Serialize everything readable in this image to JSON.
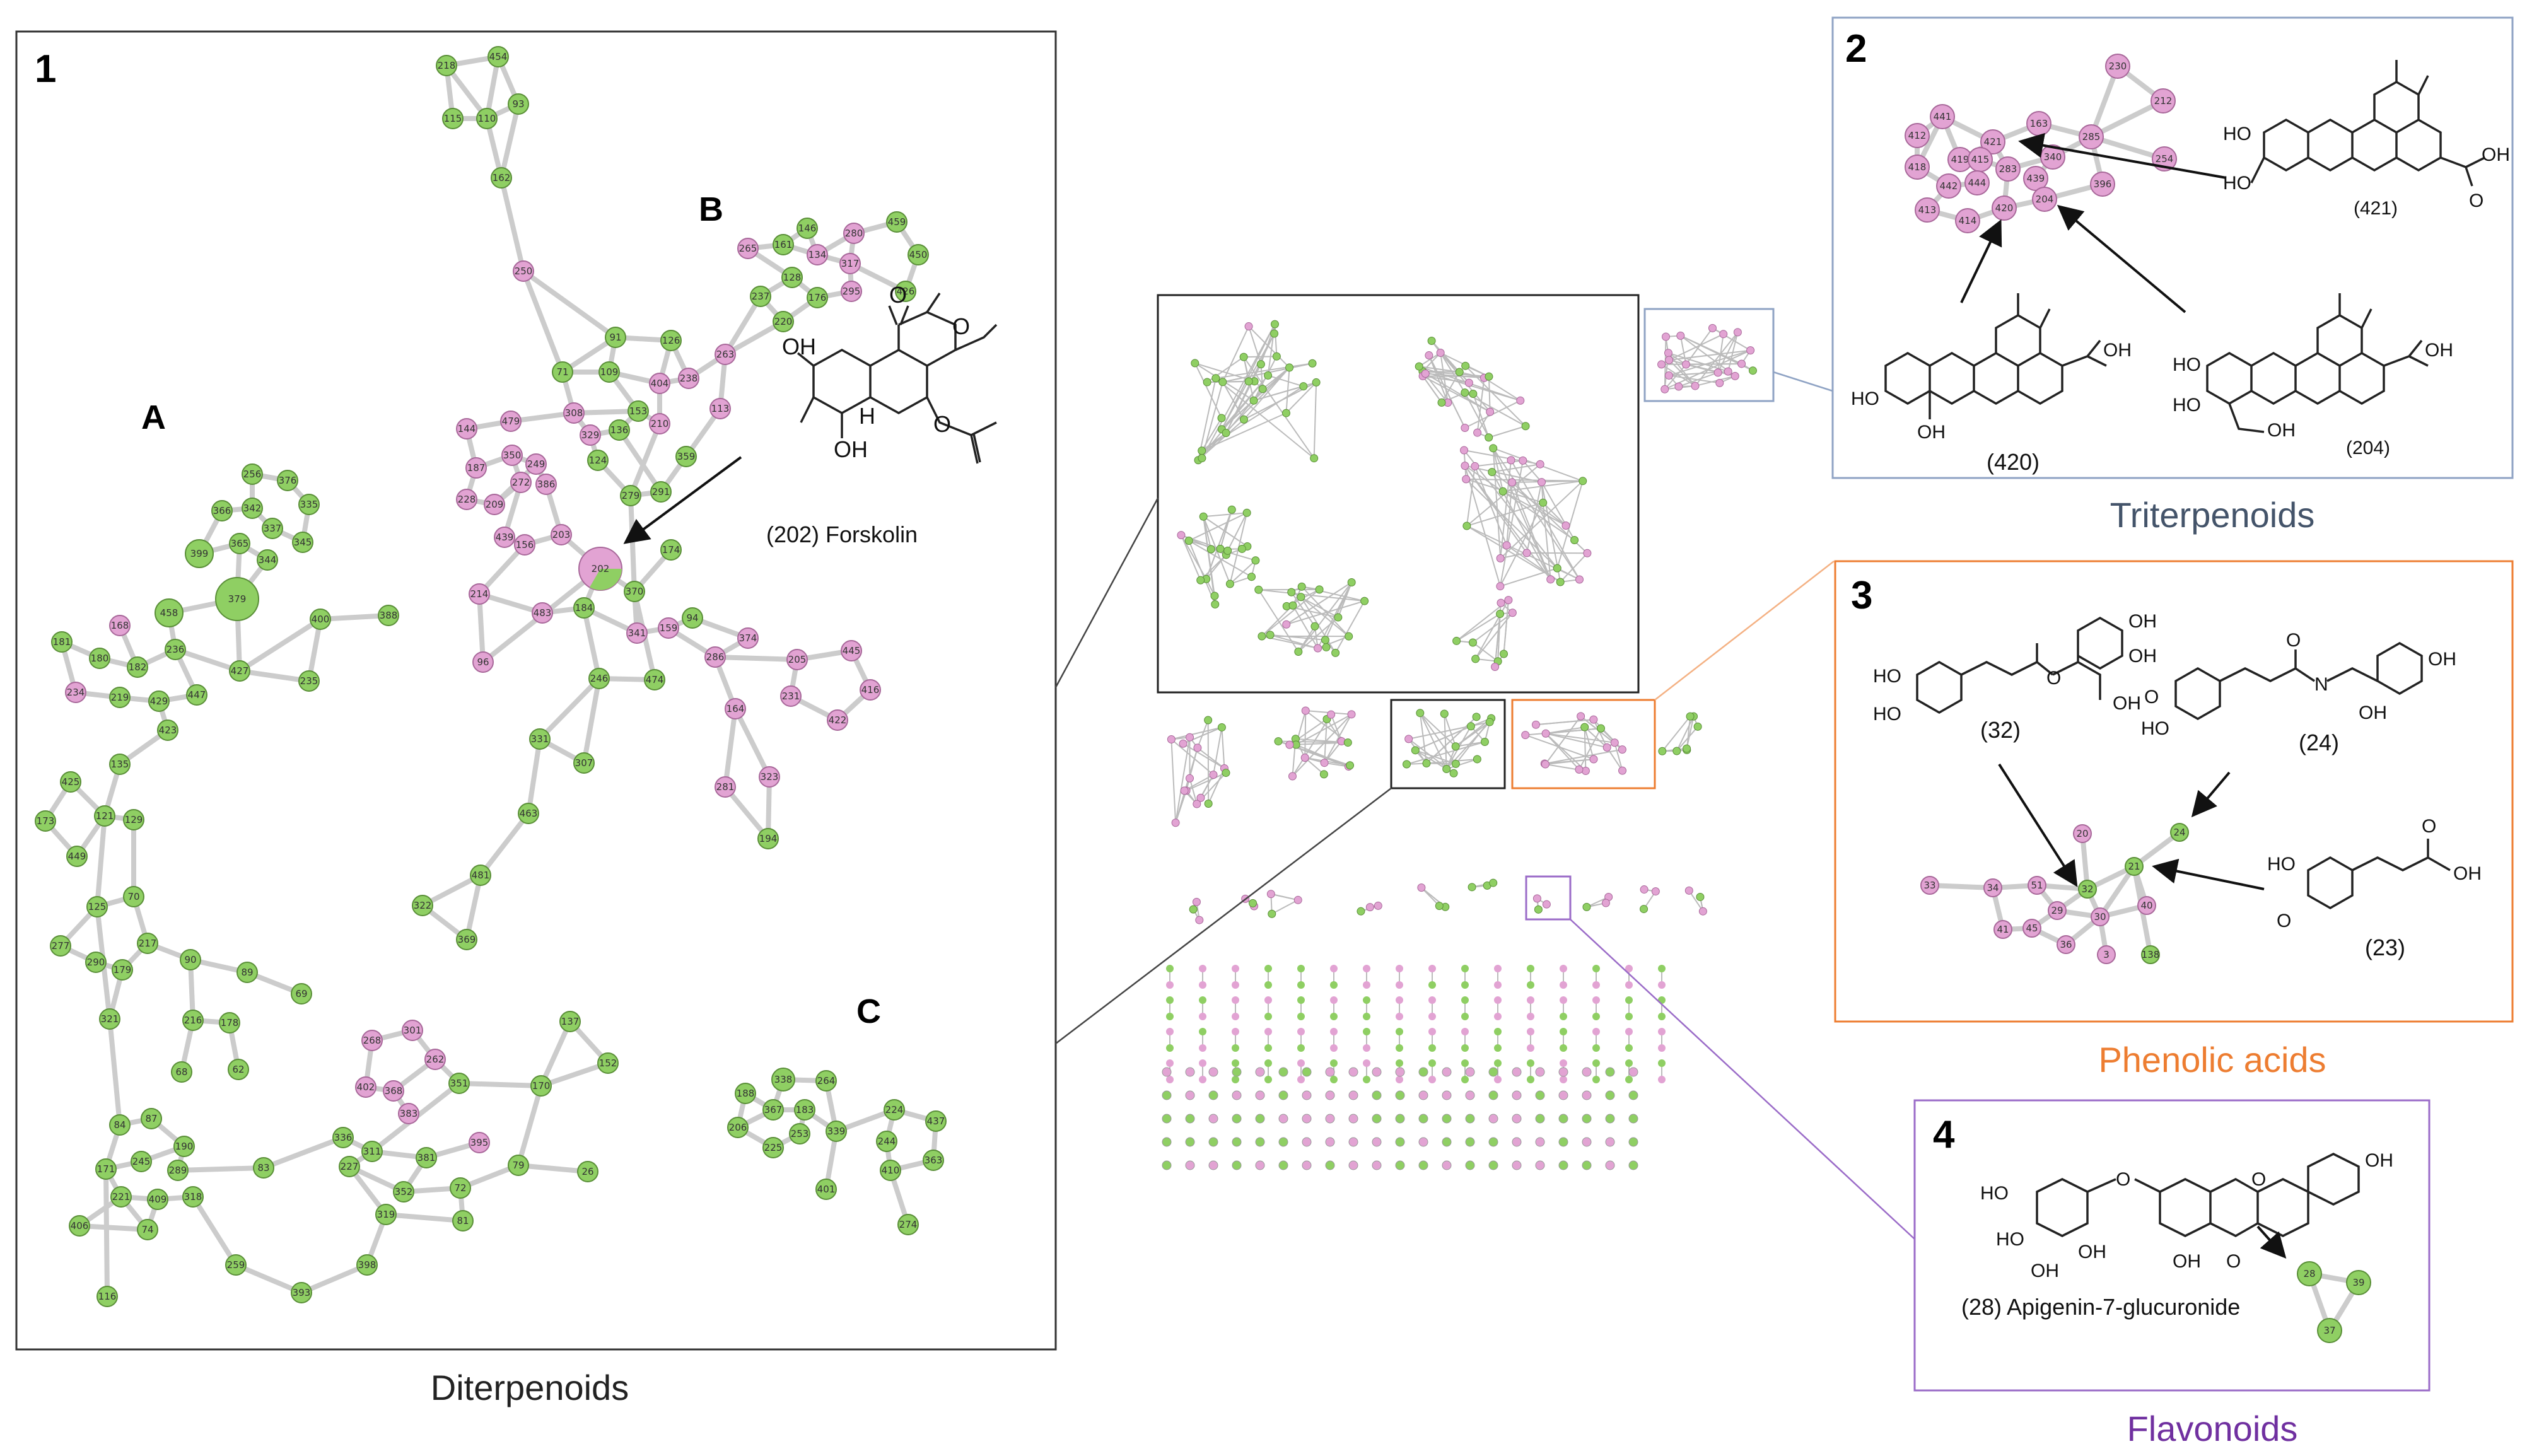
{
  "colors": {
    "green": "#8fcf63",
    "green_stroke": "#5a8f38",
    "pink": "#e2a3d3",
    "pink_stroke": "#a8689a",
    "edge": "#cccccc",
    "triterpenoids": "#44546a",
    "phenolic": "#ed7d31",
    "flavonoids": "#7030a0",
    "box_blue": "#8fa3c4",
    "box_orange": "#f4b183",
    "box_purple": "#9b6cc8"
  },
  "panels": {
    "p1": {
      "number": "1",
      "caption": "Diterpenoids",
      "cluster_a": "A",
      "cluster_b": "B",
      "cluster_c": "C",
      "forskolin_label": "(202) Forskolin"
    },
    "p2": {
      "number": "2",
      "caption": "Triterpenoids",
      "label_421": "(421)",
      "label_420": "(420)",
      "label_204": "(204)"
    },
    "p3": {
      "number": "3",
      "caption": "Phenolic acids",
      "label_32": "(32)",
      "label_24": "(24)",
      "label_23": "(23)"
    },
    "p4": {
      "number": "4",
      "caption": "Flavonoids",
      "compound": "(28) Apigenin-7-glucuronide"
    }
  },
  "chem_atoms": {
    "OH": "OH",
    "HO": "HO",
    "H": "H",
    "O": "O",
    "N": "N"
  },
  "network": {
    "diterpenoids": {
      "nodes": [
        {
          "id": "218",
          "c": "g"
        },
        {
          "id": "454",
          "c": "g"
        },
        {
          "id": "93",
          "c": "g"
        },
        {
          "id": "115",
          "c": "g"
        },
        {
          "id": "110",
          "c": "g"
        },
        {
          "id": "162",
          "c": "g"
        },
        {
          "id": "250",
          "c": "p"
        },
        {
          "id": "91",
          "c": "g"
        },
        {
          "id": "126",
          "c": "g"
        },
        {
          "id": "71",
          "c": "g"
        },
        {
          "id": "109",
          "c": "g"
        },
        {
          "id": "404",
          "c": "p"
        },
        {
          "id": "238",
          "c": "p"
        },
        {
          "id": "263",
          "c": "p"
        },
        {
          "id": "479",
          "c": "p"
        },
        {
          "id": "308",
          "c": "p"
        },
        {
          "id": "153",
          "c": "g"
        },
        {
          "id": "210",
          "c": "p"
        },
        {
          "id": "144",
          "c": "p"
        },
        {
          "id": "329",
          "c": "p"
        },
        {
          "id": "136",
          "c": "g"
        },
        {
          "id": "113",
          "c": "p"
        },
        {
          "id": "187",
          "c": "p"
        },
        {
          "id": "350",
          "c": "p"
        },
        {
          "id": "249",
          "c": "p"
        },
        {
          "id": "124",
          "c": "g"
        },
        {
          "id": "359",
          "c": "g"
        },
        {
          "id": "228",
          "c": "p"
        },
        {
          "id": "209",
          "c": "p"
        },
        {
          "id": "272",
          "c": "p"
        },
        {
          "id": "386",
          "c": "p"
        },
        {
          "id": "279",
          "c": "g"
        },
        {
          "id": "291",
          "c": "g"
        },
        {
          "id": "439",
          "c": "p"
        },
        {
          "id": "156",
          "c": "p"
        },
        {
          "id": "203",
          "c": "p"
        },
        {
          "id": "202",
          "c": "p"
        },
        {
          "id": "174",
          "c": "g"
        },
        {
          "id": "214",
          "c": "p"
        },
        {
          "id": "370",
          "c": "g"
        },
        {
          "id": "483",
          "c": "p"
        },
        {
          "id": "184",
          "c": "g"
        },
        {
          "id": "96",
          "c": "p"
        },
        {
          "id": "341",
          "c": "p"
        },
        {
          "id": "159",
          "c": "p"
        },
        {
          "id": "94",
          "c": "g"
        },
        {
          "id": "374",
          "c": "p"
        },
        {
          "id": "286",
          "c": "p"
        },
        {
          "id": "246",
          "c": "g"
        },
        {
          "id": "474",
          "c": "g"
        },
        {
          "id": "205",
          "c": "p"
        },
        {
          "id": "445",
          "c": "p"
        },
        {
          "id": "231",
          "c": "p"
        },
        {
          "id": "164",
          "c": "p"
        },
        {
          "id": "416",
          "c": "p"
        },
        {
          "id": "422",
          "c": "p"
        },
        {
          "id": "331",
          "c": "g"
        },
        {
          "id": "307",
          "c": "g"
        },
        {
          "id": "281",
          "c": "p"
        },
        {
          "id": "323",
          "c": "p"
        },
        {
          "id": "463",
          "c": "g"
        },
        {
          "id": "194",
          "c": "g"
        },
        {
          "id": "481",
          "c": "g"
        },
        {
          "id": "322",
          "c": "g"
        },
        {
          "id": "369",
          "c": "g"
        },
        {
          "id": "265",
          "c": "p"
        },
        {
          "id": "161",
          "c": "g"
        },
        {
          "id": "146",
          "c": "g"
        },
        {
          "id": "134",
          "c": "p"
        },
        {
          "id": "280",
          "c": "p"
        },
        {
          "id": "459",
          "c": "g"
        },
        {
          "id": "317",
          "c": "p"
        },
        {
          "id": "450",
          "c": "g"
        },
        {
          "id": "128",
          "c": "g"
        },
        {
          "id": "295",
          "c": "p"
        },
        {
          "id": "176",
          "c": "g"
        },
        {
          "id": "426",
          "c": "g"
        },
        {
          "id": "237",
          "c": "g"
        },
        {
          "id": "220",
          "c": "g"
        },
        {
          "id": "256",
          "c": "g"
        },
        {
          "id": "376",
          "c": "g"
        },
        {
          "id": "366",
          "c": "g"
        },
        {
          "id": "342",
          "c": "g"
        },
        {
          "id": "335",
          "c": "g"
        },
        {
          "id": "399",
          "c": "g"
        },
        {
          "id": "337",
          "c": "g"
        },
        {
          "id": "365",
          "c": "g"
        },
        {
          "id": "345",
          "c": "g"
        },
        {
          "id": "344",
          "c": "g"
        },
        {
          "id": "379",
          "c": "g"
        },
        {
          "id": "458",
          "c": "g"
        },
        {
          "id": "400",
          "c": "g"
        },
        {
          "id": "388",
          "c": "g"
        },
        {
          "id": "168",
          "c": "p"
        },
        {
          "id": "181",
          "c": "g"
        },
        {
          "id": "180",
          "c": "g"
        },
        {
          "id": "182",
          "c": "g"
        },
        {
          "id": "236",
          "c": "g"
        },
        {
          "id": "427",
          "c": "g"
        },
        {
          "id": "235",
          "c": "g"
        },
        {
          "id": "234",
          "c": "p"
        },
        {
          "id": "219",
          "c": "g"
        },
        {
          "id": "429",
          "c": "g"
        },
        {
          "id": "447",
          "c": "g"
        },
        {
          "id": "423",
          "c": "g"
        },
        {
          "id": "135",
          "c": "g"
        },
        {
          "id": "425",
          "c": "g"
        },
        {
          "id": "173",
          "c": "g"
        },
        {
          "id": "121",
          "c": "g"
        },
        {
          "id": "129",
          "c": "g"
        },
        {
          "id": "449",
          "c": "g"
        },
        {
          "id": "125",
          "c": "g"
        },
        {
          "id": "70",
          "c": "g"
        },
        {
          "id": "277",
          "c": "g"
        },
        {
          "id": "290",
          "c": "g"
        },
        {
          "id": "179",
          "c": "g"
        },
        {
          "id": "217",
          "c": "g"
        },
        {
          "id": "90",
          "c": "g"
        },
        {
          "id": "89",
          "c": "g"
        },
        {
          "id": "69",
          "c": "g"
        },
        {
          "id": "321",
          "c": "g"
        },
        {
          "id": "216",
          "c": "g"
        },
        {
          "id": "178",
          "c": "g"
        },
        {
          "id": "68",
          "c": "g"
        },
        {
          "id": "62",
          "c": "g"
        },
        {
          "id": "268",
          "c": "p"
        },
        {
          "id": "301",
          "c": "p"
        },
        {
          "id": "262",
          "c": "p"
        },
        {
          "id": "402",
          "c": "p"
        },
        {
          "id": "368",
          "c": "p"
        },
        {
          "id": "351",
          "c": "g"
        },
        {
          "id": "383",
          "c": "p"
        },
        {
          "id": "137",
          "c": "g"
        },
        {
          "id": "152",
          "c": "g"
        },
        {
          "id": "170",
          "c": "g"
        },
        {
          "id": "84",
          "c": "g"
        },
        {
          "id": "87",
          "c": "g"
        },
        {
          "id": "190",
          "c": "g"
        },
        {
          "id": "171",
          "c": "g"
        },
        {
          "id": "245",
          "c": "g"
        },
        {
          "id": "289",
          "c": "g"
        },
        {
          "id": "83",
          "c": "g"
        },
        {
          "id": "336",
          "c": "g"
        },
        {
          "id": "311",
          "c": "g"
        },
        {
          "id": "395",
          "c": "p"
        },
        {
          "id": "381",
          "c": "g"
        },
        {
          "id": "79",
          "c": "g"
        },
        {
          "id": "26",
          "c": "g"
        },
        {
          "id": "221",
          "c": "g"
        },
        {
          "id": "409",
          "c": "g"
        },
        {
          "id": "318",
          "c": "g"
        },
        {
          "id": "227",
          "c": "g"
        },
        {
          "id": "352",
          "c": "g"
        },
        {
          "id": "72",
          "c": "g"
        },
        {
          "id": "406",
          "c": "g"
        },
        {
          "id": "74",
          "c": "g"
        },
        {
          "id": "319",
          "c": "g"
        },
        {
          "id": "81",
          "c": "g"
        },
        {
          "id": "259",
          "c": "g"
        },
        {
          "id": "398",
          "c": "g"
        },
        {
          "id": "393",
          "c": "g"
        },
        {
          "id": "116",
          "c": "g"
        },
        {
          "id": "338",
          "c": "g"
        },
        {
          "id": "264",
          "c": "g"
        },
        {
          "id": "188",
          "c": "g"
        },
        {
          "id": "367",
          "c": "g"
        },
        {
          "id": "183",
          "c": "g"
        },
        {
          "id": "206",
          "c": "g"
        },
        {
          "id": "253",
          "c": "g"
        },
        {
          "id": "339",
          "c": "g"
        },
        {
          "id": "224",
          "c": "g"
        },
        {
          "id": "437",
          "c": "g"
        },
        {
          "id": "225",
          "c": "g"
        },
        {
          "id": "244",
          "c": "g"
        },
        {
          "id": "363",
          "c": "g"
        },
        {
          "id": "410",
          "c": "g"
        },
        {
          "id": "401",
          "c": "g"
        },
        {
          "id": "274",
          "c": "g"
        }
      ]
    },
    "triterpenoids": {
      "nodes": [
        {
          "id": "441",
          "c": "p"
        },
        {
          "id": "412",
          "c": "p"
        },
        {
          "id": "421",
          "c": "p"
        },
        {
          "id": "163",
          "c": "p"
        },
        {
          "id": "419",
          "c": "p"
        },
        {
          "id": "418",
          "c": "p"
        },
        {
          "id": "415",
          "c": "p"
        },
        {
          "id": "283",
          "c": "p"
        },
        {
          "id": "340",
          "c": "p"
        },
        {
          "id": "285",
          "c": "p"
        },
        {
          "id": "442",
          "c": "p"
        },
        {
          "id": "444",
          "c": "p"
        },
        {
          "id": "439",
          "c": "p"
        },
        {
          "id": "413",
          "c": "p"
        },
        {
          "id": "204",
          "c": "p"
        },
        {
          "id": "414",
          "c": "p"
        },
        {
          "id": "420",
          "c": "p"
        },
        {
          "id": "396",
          "c": "p"
        },
        {
          "id": "230",
          "c": "p"
        },
        {
          "id": "212",
          "c": "p"
        },
        {
          "id": "254",
          "c": "p"
        }
      ]
    },
    "phenolic": {
      "nodes": [
        {
          "id": "20",
          "c": "p"
        },
        {
          "id": "24",
          "c": "g"
        },
        {
          "id": "33",
          "c": "p"
        },
        {
          "id": "34",
          "c": "p"
        },
        {
          "id": "51",
          "c": "p"
        },
        {
          "id": "32",
          "c": "g"
        },
        {
          "id": "21",
          "c": "g"
        },
        {
          "id": "29",
          "c": "p"
        },
        {
          "id": "30",
          "c": "p"
        },
        {
          "id": "40",
          "c": "p"
        },
        {
          "id": "41",
          "c": "p"
        },
        {
          "id": "45",
          "c": "p"
        },
        {
          "id": "36",
          "c": "p"
        },
        {
          "id": "3",
          "c": "p"
        },
        {
          "id": "138",
          "c": "g"
        }
      ]
    },
    "flavonoids": {
      "nodes": [
        {
          "id": "28",
          "c": "g"
        },
        {
          "id": "39",
          "c": "g"
        },
        {
          "id": "37",
          "c": "g"
        }
      ]
    }
  }
}
